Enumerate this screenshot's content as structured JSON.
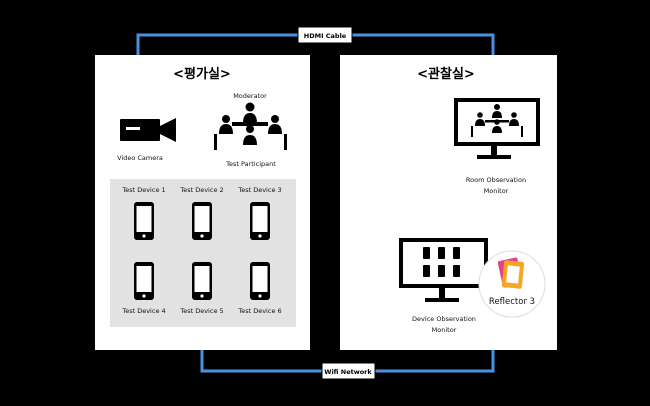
{
  "connections": {
    "hdmi_label": "HDMI Cable",
    "wifi_label": "Wifi Network",
    "line_color": "#4a90e2"
  },
  "left_room": {
    "title": "<평가실>",
    "moderator_label": "Moderator",
    "camera_label": "Video Camera",
    "participant_label": "Test Participant",
    "devices": [
      "Test Device 1",
      "Test Device 2",
      "Test Device 3",
      "Test Device 4",
      "Test Device 5",
      "Test Device 6"
    ]
  },
  "right_room": {
    "title": "<관찰실>",
    "room_monitor_label_line1": "Room Observation",
    "room_monitor_label_line2": "Monitor",
    "device_monitor_label_line1": "Device Observation",
    "device_monitor_label_line2": "Monitor",
    "reflector_label": "Reflector 3"
  }
}
